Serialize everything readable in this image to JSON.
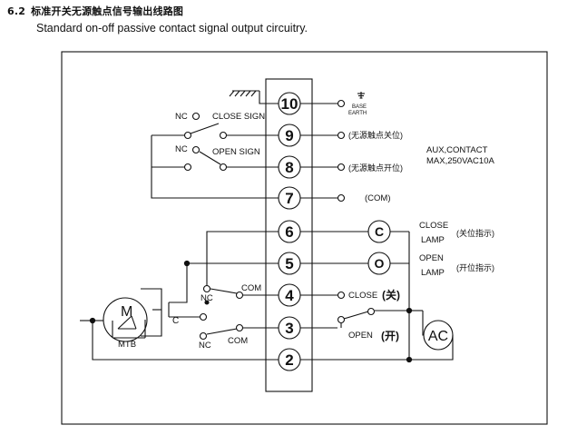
{
  "heading": {
    "section_number": "6.2",
    "title_cn": "标准开关无源触点信号输出线路图",
    "subtitle": "Standard on-off  passive contact signal output circuitry."
  },
  "terminals": [
    "10",
    "9",
    "8",
    "7",
    "6",
    "5",
    "4",
    "3",
    "2"
  ],
  "labels": {
    "base_earth_1": "BASE",
    "base_earth_2": "EARTH",
    "nc": "NC",
    "close_sign": "CLOSE SIGN",
    "open_sign": "OPEN SIGN",
    "close_contact_cn": "(无源触点关位)",
    "open_contact_cn": "(无源触点开位)",
    "aux_contact_1": "AUX,CONTACT",
    "aux_contact_2": "MAX,250VAC10A",
    "com_terminal": "(COM)",
    "lamp_c_symbol": "C",
    "lamp_o_symbol": "O",
    "close_lamp_1": "CLOSE",
    "close_lamp_2": "LAMP",
    "close_lamp_cn": "(关位指示)",
    "open_lamp_1": "OPEN",
    "open_lamp_2": "LAMP",
    "open_lamp_cn": "(开位指示)",
    "com": "COM",
    "close_switch": "CLOSE",
    "close_switch_cn": "(关)",
    "open_switch": "OPEN",
    "open_switch_cn": "(开)",
    "ac": "AC",
    "motor": "M",
    "mtb": "MTB",
    "capacitor": "C"
  }
}
